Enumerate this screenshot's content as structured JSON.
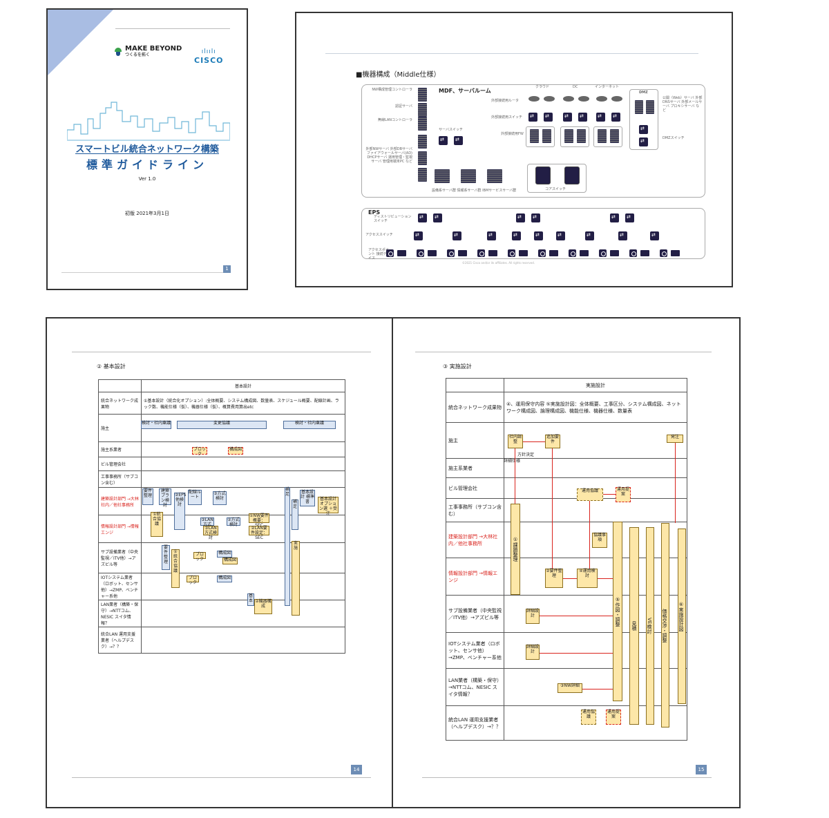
{
  "cover": {
    "make_beyond": "MAKE BEYOND",
    "make_beyond_sub": "つくるを拓く",
    "cisco_bars": "ılıılı",
    "cisco": "CISCO",
    "title_line1": "スマートビル統合ネットワーク構築",
    "title_line2": "標準ガイドライン",
    "version": "Ver 1.0",
    "edition": "初版 2021年3月1日",
    "page": "1"
  },
  "equipment": {
    "title": "■機器構成（Middle仕様）",
    "mdf_label": "MDF、サーバルーム",
    "clouds": [
      "クラウド",
      "DC",
      "インターネット"
    ],
    "dmz": "DMZ",
    "left_items": [
      "NW構成管理コントローラ",
      "認証サーバ",
      "無線LANコントローラ",
      "外部NWサーバ 外部DBサーバ ファイアウォールサーバ(AD) DHCPサーバ 運用管理・監視サーバ 管理用端末PC など"
    ],
    "server_switch": "サーバスイッチ",
    "ext_router": "外部接続用ルータ",
    "ext_switch": "外部接続用スイッチ",
    "ext_fw": "外部接続用FW",
    "public_servers": "公開（Web）サーバ 外部DNSサーバ 外部メールサーバ プロキシサーバ など",
    "dmz_switch": "DMZスイッチ",
    "core_switch": "コアスイッチ",
    "server_row": "設備系サーバ群 情報系サーバ群 IBMサービスサーバ群",
    "eps_label": "EPS",
    "dist_switch": "ディストリビューションスイッチ",
    "access_switch": "アクセススイッチ",
    "ap_label": "アクセスポイント 接続デバイス",
    "copyright": "©2021 Cisco and/or its affiliates. All rights reserved."
  },
  "p14": {
    "section": "② 基本設計",
    "header": "基本設計",
    "deliverable_label": "統合ネットワーク成果物",
    "deliverable_text": "①基本設計（統合化オプション）:全体概要、システム構成図、数量表、スケジュール概要、配線計画、ラック数、機能仕様（仮）、機器仕様（仮）、概算費用算出etc",
    "rows": [
      "施主",
      "施主系業者",
      "ビル管理会社",
      "工事事務所（サブコン含む）",
      "建築設計部門 →大林社内／他社事務所",
      "情報設計部門 →情報エンジ",
      "サブ設備業者（中央監視／ITV他）→アズビル等",
      "IOTシステム業者（ロボット、センサ他）→ZMP、ベンチャー系他",
      "LAN業者（構築・保守）→NTTコム、NESIC スイタ情報？",
      "統合LAN 運用支援業者（ヘルプデスク）→？？"
    ],
    "bars_top": [
      "検討・社内稟議",
      "変更協議",
      "検討・社内稟議"
    ],
    "boxes": [
      "要件整理",
      "建築プラン検討",
      "②EPS他検討",
      "配線ルート",
      "③方式検討",
      "①統合協議",
      "③LAN方式",
      "③LAN方式検討",
      "②方式検討",
      "①NW要件概要：SEC",
      "②LAN要件設定：SEC",
      "基本設計 標準書",
      "基本設計 オプション選 ＋受注",
      "要件整理",
      "①統合協議",
      "ブロック",
      "構成図",
      "構成図",
      "ブロック",
      "構成図",
      "基本",
      "②機器構成",
      "補足",
      "補足",
      "変換",
      "実施"
    ],
    "dashed": [
      "ブロック",
      "構成図"
    ],
    "page": "14"
  },
  "p15": {
    "section": "③ 実施設計",
    "header": "実施設計",
    "deliverable_label": "統合ネットワーク成果物",
    "deliverable_text": "④、運用保守内容 ⑤実施設計図：全体概要、工事区分、システム構成図、ネットワーク構成図、論理構成図、機能仕様、機器仕様、数量表",
    "rows": [
      "施主",
      "施主系業者",
      "ビル管理会社",
      "工事事務所（サブコン含む）",
      "建築設計部門 →大林社内／他社事務所",
      "情報設計部門 →情報エンジ",
      "サブ設備業者（中央監視／ITV他）→アズビル等",
      "IOTシステム業者（ロボット、センサ他）→ZMP、ベンチャー系他",
      "LAN業者（構築・保守）→NTTコム、NESIC スイタ情報？",
      "統合LAN 運用支援業者（ヘルプデスク）→？？"
    ],
    "top_boxes": [
      "社内調整",
      "追加要件",
      "発注"
    ],
    "notes": [
      "方針決定",
      "詳細仕様"
    ],
    "mid_boxes": [
      "運用協議",
      "運用提案",
      "協議事項",
      "②要件整理",
      "④運用検討",
      "詳細設計",
      "詳細設計",
      "③NW詳細",
      "運用協議",
      "運用提案"
    ],
    "vbars": [
      "①課題整理",
      "⑤作図・調整",
      "見積",
      "VE検討",
      "価格交渉・調整",
      "⑥実施設計図"
    ],
    "page": "15"
  }
}
